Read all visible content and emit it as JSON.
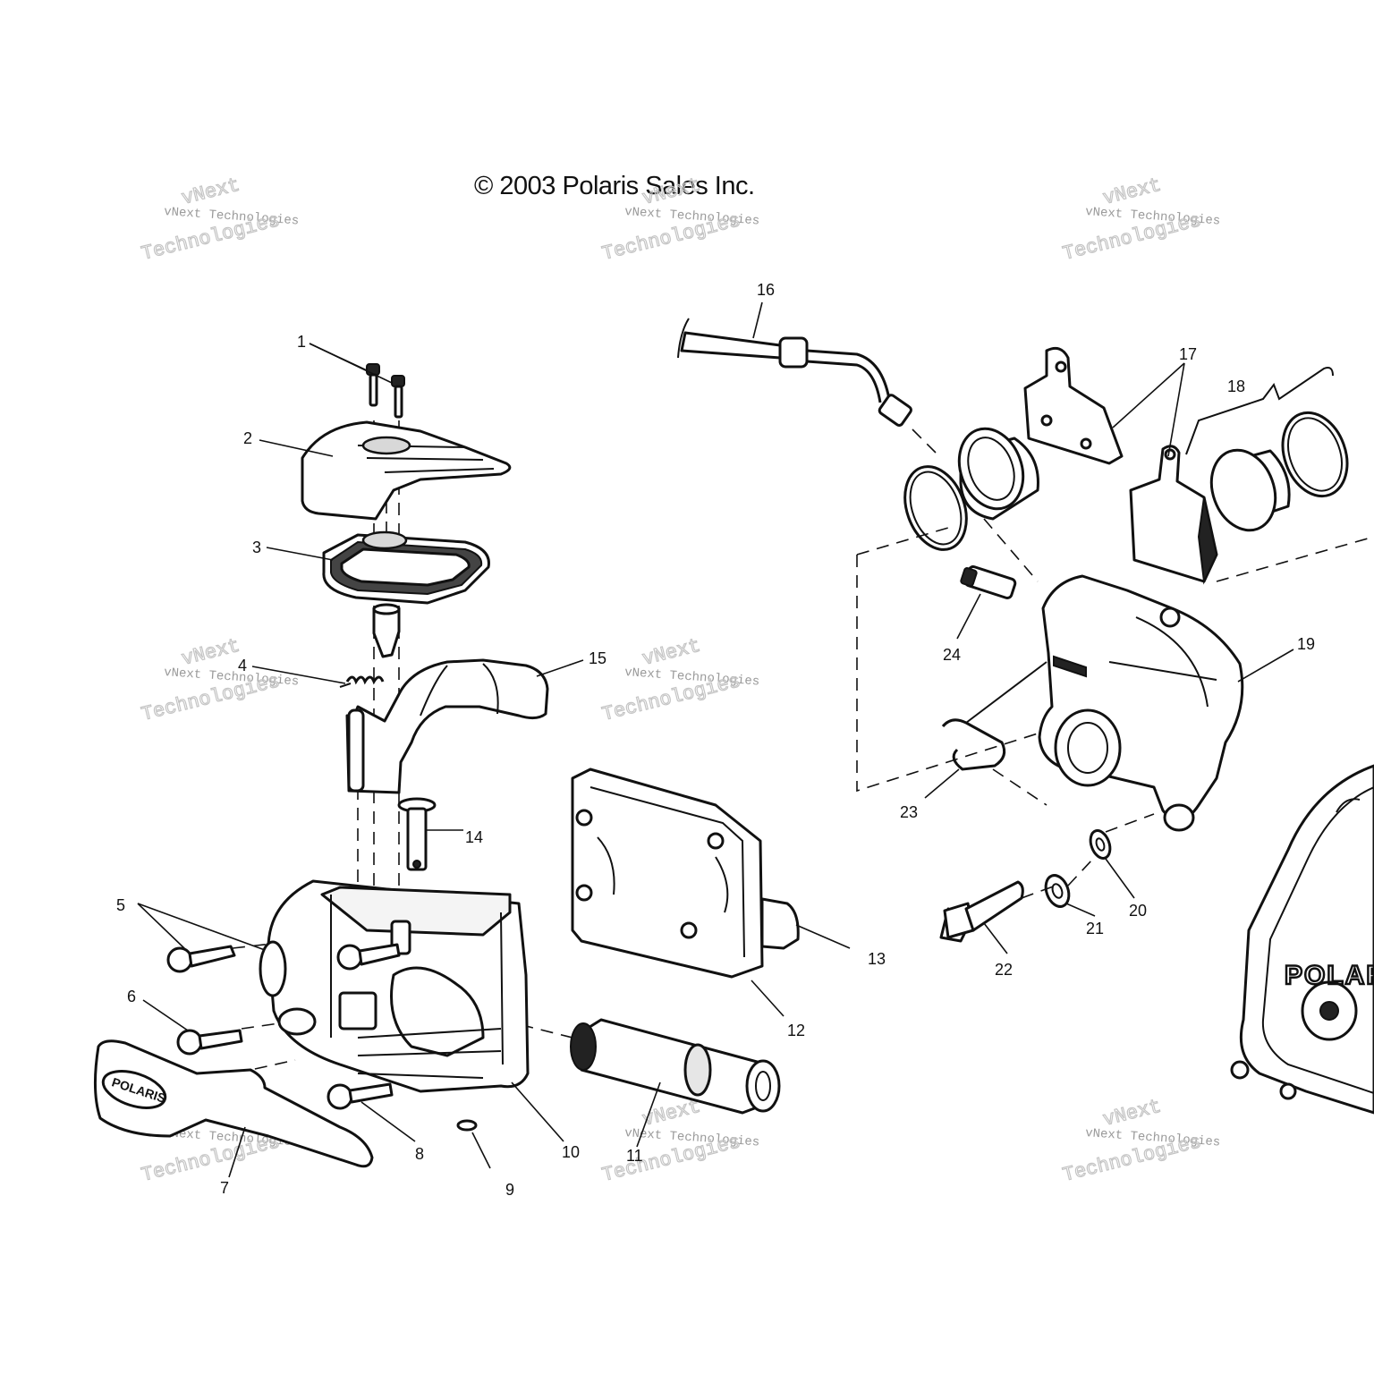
{
  "copyright": "© 2003 Polaris Sales Inc.",
  "watermark": {
    "line1": "vNext Technologies",
    "line2": "Technologies",
    "line3": "vNext"
  },
  "callouts": [
    "1",
    "2",
    "3",
    "4",
    "5",
    "6",
    "7",
    "8",
    "9",
    "10",
    "11",
    "12",
    "13",
    "14",
    "15",
    "16",
    "17",
    "18",
    "19",
    "20",
    "21",
    "22",
    "23",
    "24"
  ],
  "logo_text": "POLARIS",
  "lever_logo_text": "POLARIS"
}
